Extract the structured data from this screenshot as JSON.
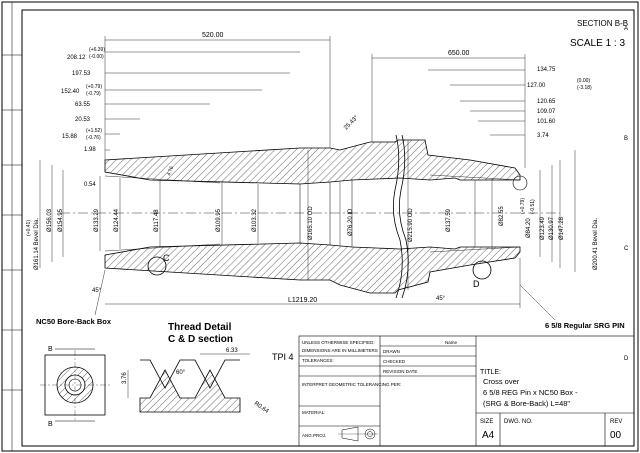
{
  "section_label": "SECTION B-B",
  "scale_label": "SCALE 1 : 3",
  "left_dims": [
    "208.12",
    "(+6.39)",
    "(-0.00)",
    "197.53",
    "152.40",
    "(+0.79)",
    "(-0.79)",
    "63.55",
    "20.53",
    "15.88",
    "(+1.52)",
    "(-0.76)",
    "1.98",
    "0.54"
  ],
  "right_dims": [
    "134.75",
    "127.00",
    "(0.00)",
    "(-3.18)",
    "120.65",
    "109.07",
    "101.60",
    "3.74"
  ],
  "length_dims": {
    "bore": "520.00",
    "pin": "650.00",
    "overall": "L1219.20"
  },
  "angle_labels": [
    "25.43°",
    "45°",
    "45°",
    "4.76"
  ],
  "diameters_left": [
    "Ø161.14 Bevel Dia.",
    "(+0.41)",
    "Ø156.03",
    "Ø154.95",
    "Ø133.29",
    "Ø124.44",
    "Ø117.48",
    "Ø109.95",
    "Ø103.32"
  ],
  "diameters_mid": [
    "Ø165.10 OD",
    "Ø76.20 ID",
    "Ø215.90 OD"
  ],
  "diameters_right": [
    "Ø137.59",
    "Ø82.55",
    "Ø84.20",
    "(+0.79)",
    "(-0.51)",
    "Ø123.49",
    "Ø130.97",
    "Ø147.28",
    "Ø200.41 Bevel Dia."
  ],
  "detail_letters": [
    "C",
    "D"
  ],
  "box_label": "NC50 Bore-Back Box",
  "pin_label": "6 5/8 Regular SRG PIN",
  "thread_detail": {
    "title": "Thread Detail",
    "subtitle": "C & D section",
    "tpi": "TPI 4",
    "pitch": "6.33",
    "height": "3.76",
    "angle": "60°",
    "root": "R0.64"
  },
  "end_view_dims": [
    "B",
    "B"
  ],
  "title_block": {
    "unless": "UNLESS OTHERWISE SPECIFIED:",
    "dims_in": "DIMENSIONS ARE IN MILLIMETERS",
    "tolerances": "TOLERANCES:",
    "interpret": "INTERPRET GEOMETRIC TOLERANCING PER:",
    "material": "MATERIAL:",
    "ang_proj": "ANG.PROJ.",
    "name": "Name",
    "drawn": "DRAWN",
    "checked": "CHECKED",
    "revision_date": "REVISION DATE",
    "title_label": "TITLE:",
    "title_lines": [
      "Cross over",
      "6 5/8 REG Pin x NC50 Box -",
      "(SRG & Bore-Back) L=48\""
    ],
    "size_label": "SIZE",
    "size": "A4",
    "dwg_label": "DWG. NO.",
    "rev_label": "REV",
    "rev": "00"
  },
  "border_zones": [
    "A",
    "B",
    "C",
    "D"
  ]
}
